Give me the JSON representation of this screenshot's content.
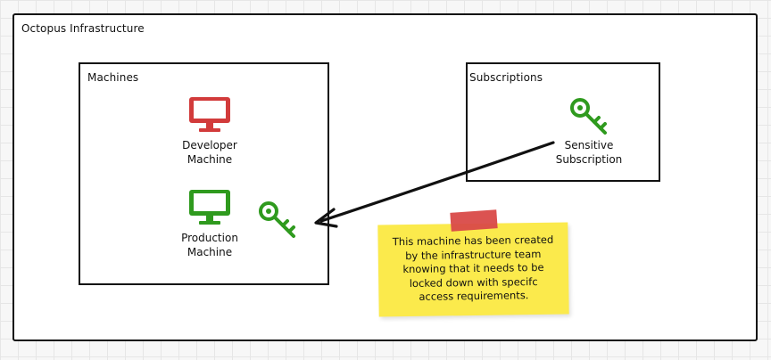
{
  "outer": {
    "label": "Octopus Infrastructure"
  },
  "machines": {
    "label": "Machines",
    "developer": {
      "label": "Developer\nMachine",
      "status_color": "#d23b3b"
    },
    "production": {
      "label": "Production\nMachine",
      "status_color": "#2f9a1e"
    }
  },
  "subscriptions": {
    "label": "Subscriptions",
    "sensitive": {
      "label": "Sensitive\nSubscription"
    }
  },
  "note": {
    "text": "This machine has been created\nby the infrastructure team\nknowing that it needs to be\nlocked down with specifc\naccess requirements."
  },
  "colors": {
    "key": "#2f9a1e",
    "note": "#fbea4c",
    "tape": "#d94a48"
  },
  "icons": {
    "machine": "monitor-icon",
    "credential": "key-icon"
  }
}
